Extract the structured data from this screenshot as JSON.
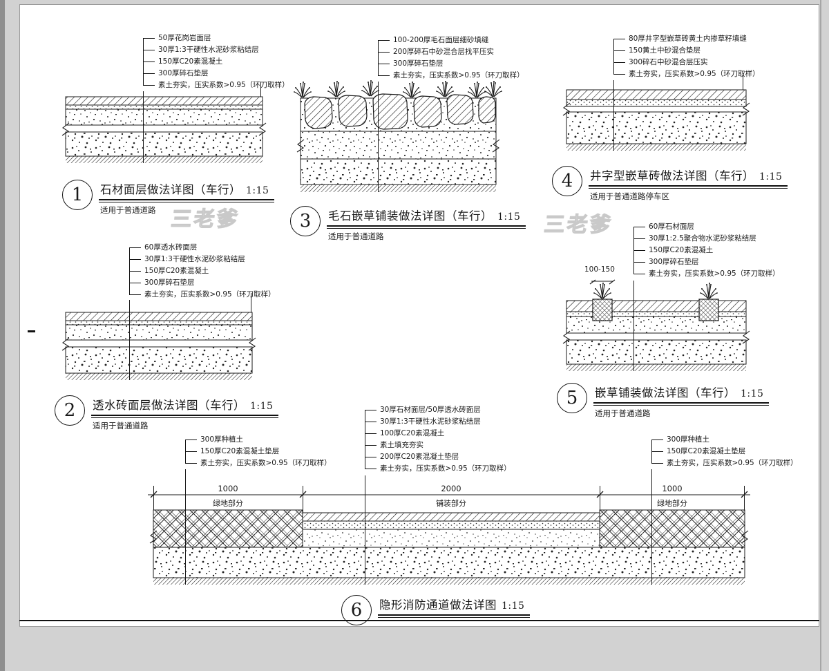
{
  "page": {
    "watermark": "三老爹"
  },
  "details": [
    {
      "num": "1",
      "title": "石材面层做法详图（车行）",
      "scale": "1:15",
      "subtitle": "适用于普通道路",
      "callouts": [
        "50厚花岗岩面层",
        "30厚1:3干硬性水泥砂浆粘结层",
        "150厚C20素混凝土",
        "300厚碎石垫层",
        "素土夯实，压实系数>0.95（环刀取样）"
      ]
    },
    {
      "num": "2",
      "title": "透水砖面层做法详图（车行）",
      "scale": "1:15",
      "subtitle": "适用于普通道路",
      "callouts": [
        "60厚透水砖面层",
        "30厚1:3干硬性水泥砂浆粘结层",
        "150厚C20素混凝土",
        "300厚碎石垫层",
        "素土夯实，压实系数>0.95（环刀取样）"
      ]
    },
    {
      "num": "3",
      "title": "毛石嵌草铺装做法详图（车行）",
      "scale": "1:15",
      "subtitle": "适用于普通道路",
      "callouts": [
        "100-200厚毛石面层细砂填缝",
        "200厚碎石中砂混合层找平压实",
        "300厚碎石垫层",
        "素土夯实，压实系数>0.95（环刀取样）"
      ]
    },
    {
      "num": "4",
      "title": "井字型嵌草砖做法详图（车行）",
      "scale": "1:15",
      "subtitle": "适用于普通道路停车区",
      "callouts": [
        "80厚井字型嵌草砖黄土内掺草籽填缝",
        "150黄土中砂混合垫层",
        "300碎石中砂混合层压实",
        "素土夯实，压实系数>0.95（环刀取样）"
      ]
    },
    {
      "num": "5",
      "title": "嵌草铺装做法详图（车行）",
      "scale": "1:15",
      "subtitle": "适用于普通道路",
      "pocket_dim": "100-150",
      "callouts": [
        "60厚石材面层",
        "30厚1:2.5聚合物水泥砂浆粘结层",
        "150厚C20素混凝土",
        "300厚碎石垫层",
        "素土夯实，压实系数>0.95（环刀取样）"
      ]
    },
    {
      "num": "6",
      "title": "隐形消防通道做法详图",
      "scale": "1:15",
      "callouts_left": [
        "300厚种植土",
        "150厚C20素混凝土垫层",
        "素土夯实，压实系数>0.95（环刀取样）"
      ],
      "callouts_center": [
        "30厚石材面层/50厚透水砖面层",
        "30厚1:3干硬性水泥砂浆粘结层",
        "100厚C20素混凝土",
        "素土填充夯实",
        "200厚C20素混凝土垫层",
        "素土夯实，压实系数>0.95（环刀取样）"
      ],
      "callouts_right": [
        "300厚种植土",
        "150厚C20素混凝土垫层",
        "素土夯实，压实系数>0.95（环刀取样）"
      ],
      "dims": [
        "1000",
        "2000",
        "1000"
      ],
      "zone_labels": [
        "绿地部分",
        "铺装部分",
        "绿地部分"
      ]
    }
  ]
}
